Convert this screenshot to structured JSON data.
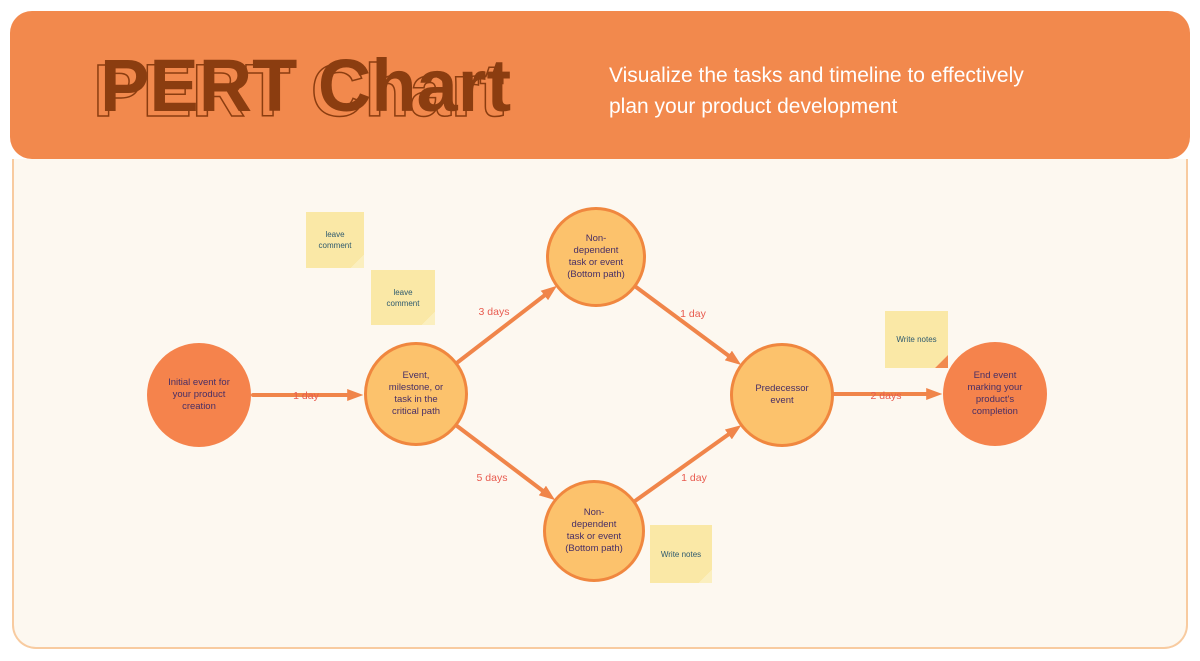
{
  "header": {
    "title": "PERT Chart",
    "subtitle": "Visualize the tasks and timeline to effectively plan your product development"
  },
  "colors": {
    "header_bg": "#F2894D",
    "title_text": "#8B3D10",
    "subtitle_text": "#FFFFFF",
    "canvas_bg": "#FDF8F0",
    "canvas_border": "#F8CBA0",
    "node_primary_fill": "#F5834C",
    "node_secondary_fill": "#FCC26C",
    "node_border": "#F0873F",
    "node_text": "#472E65",
    "arrow": "#F0854A",
    "edge_label_text": "#E85B4F",
    "note_bg": "#FAE8A6",
    "note_text": "#2E5A6E",
    "note_fold_orange": "#F18A4F"
  },
  "diagram": {
    "nodes": [
      {
        "id": "initial",
        "style": "primary",
        "label": "Initial event for\nyour product\ncreation"
      },
      {
        "id": "critical-path",
        "style": "secondary",
        "label": "Event,\nmilestone, or\ntask in the\ncritical path"
      },
      {
        "id": "top-branch",
        "style": "secondary",
        "label": "Non-\ndependent\ntask or event\n(Bottom path)"
      },
      {
        "id": "bottom-branch",
        "style": "secondary",
        "label": "Non-\ndependent\ntask or event\n(Bottom path)"
      },
      {
        "id": "predecessor",
        "style": "secondary",
        "label": "Predecessor\nevent"
      },
      {
        "id": "end",
        "style": "primary",
        "label": "End event\nmarking your\nproduct's\ncompletion"
      }
    ],
    "edges": [
      {
        "from": "initial",
        "to": "critical-path",
        "label": "1 day"
      },
      {
        "from": "critical-path",
        "to": "top-branch",
        "label": "3 days"
      },
      {
        "from": "critical-path",
        "to": "bottom-branch",
        "label": "5 days"
      },
      {
        "from": "top-branch",
        "to": "predecessor",
        "label": "1 day"
      },
      {
        "from": "bottom-branch",
        "to": "predecessor",
        "label": "1 day"
      },
      {
        "from": "predecessor",
        "to": "end",
        "label": "2 days"
      }
    ],
    "notes": [
      {
        "text": "leave\ncomment"
      },
      {
        "text": "leave\ncomment"
      },
      {
        "text": "Write notes"
      },
      {
        "text": "Write notes"
      }
    ]
  }
}
